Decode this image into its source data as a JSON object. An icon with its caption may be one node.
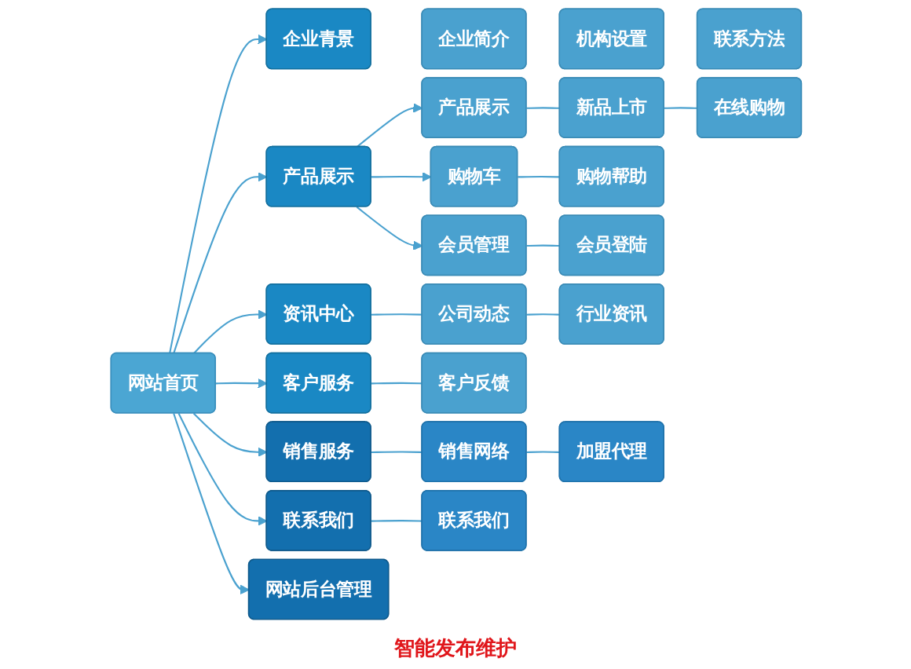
{
  "diagram": {
    "nodes": [
      {
        "text": [
          "网站首页"
        ]
      },
      {
        "text": [
          "企业青景"
        ]
      },
      {
        "text": [
          "企业简介"
        ]
      },
      {
        "text": [
          "机构设置"
        ]
      },
      {
        "text": [
          "联系方法"
        ]
      },
      {
        "text": [
          "产品展示"
        ]
      },
      {
        "text": [
          "产品展示"
        ]
      },
      {
        "text": [
          "新品上市"
        ]
      },
      {
        "text": [
          "在线购物"
        ]
      },
      {
        "text": [
          "购物车"
        ]
      },
      {
        "text": [
          "购物帮助"
        ]
      },
      {
        "text": [
          "会员管理"
        ]
      },
      {
        "text": [
          "会员登陆"
        ]
      },
      {
        "text": [
          "资讯中心"
        ]
      },
      {
        "text": [
          "公司动态"
        ]
      },
      {
        "text": [
          "行业资讯"
        ]
      },
      {
        "text": [
          "客户服务"
        ]
      },
      {
        "text": [
          "客户反馈"
        ]
      },
      {
        "text": [
          "销售服务"
        ]
      },
      {
        "text": [
          "销售网络"
        ]
      },
      {
        "text": [
          "加盟代理"
        ]
      },
      {
        "text": [
          "联系我们"
        ]
      },
      {
        "text": [
          "联系我们"
        ]
      },
      {
        "text": [
          "网站后台管理"
        ]
      }
    ],
    "edges": [
      {
        "from": 0,
        "to": 1,
        "arrow": "to"
      },
      {
        "from": 0,
        "to": 5,
        "arrow": "to"
      },
      {
        "from": 5,
        "to": 6,
        "arrow": "to"
      },
      {
        "from": 5,
        "to": 9,
        "arrow": "to"
      },
      {
        "from": 5,
        "to": 11,
        "arrow": "to"
      },
      {
        "from": 6,
        "to": 7,
        "arrow": "none"
      },
      {
        "from": 7,
        "to": 8,
        "arrow": "none"
      },
      {
        "from": 9,
        "to": 10,
        "arrow": "none"
      },
      {
        "from": 11,
        "to": 12,
        "arrow": "none"
      },
      {
        "from": 0,
        "to": 13,
        "arrow": "to"
      },
      {
        "from": 13,
        "to": 14,
        "arrow": "none"
      },
      {
        "from": 14,
        "to": 15,
        "arrow": "none"
      },
      {
        "from": 0,
        "to": 16,
        "arrow": "to"
      },
      {
        "from": 16,
        "to": 17,
        "arrow": "none"
      },
      {
        "from": 0,
        "to": 18,
        "arrow": "to"
      },
      {
        "from": 18,
        "to": 19,
        "arrow": "none"
      },
      {
        "from": 19,
        "to": 20,
        "arrow": "none"
      },
      {
        "from": 0,
        "to": 21,
        "arrow": "to"
      },
      {
        "from": 21,
        "to": 22,
        "arrow": "none"
      },
      {
        "from": 0,
        "to": 23,
        "arrow": "to"
      }
    ],
    "labels": [
      "智能发布维护"
    ]
  }
}
